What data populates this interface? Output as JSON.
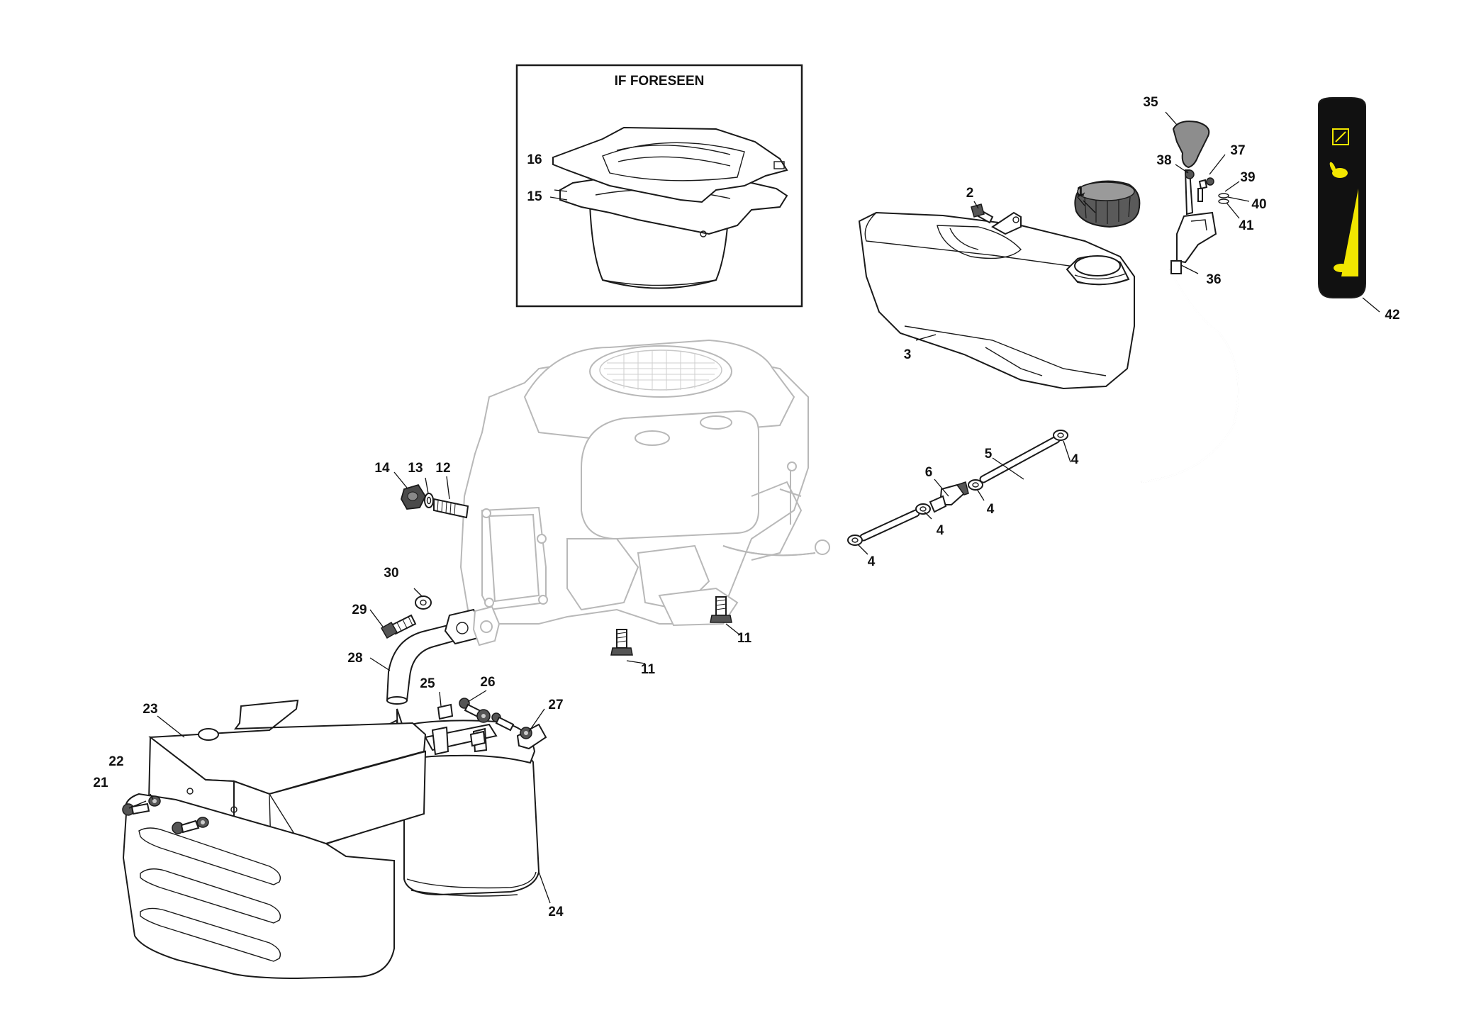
{
  "inset": {
    "title": "IF FORESEEN"
  },
  "colors": {
    "decal_background": "#111111",
    "decal_accent": "#f2e600",
    "line": "#1a1a1a",
    "engine_ghost": "#b8b8b8"
  },
  "callouts": {
    "c1": "1",
    "c2": "2",
    "c3": "3",
    "c4a": "4",
    "c4b": "4",
    "c4c": "4",
    "c4d": "4",
    "c5": "5",
    "c6": "6",
    "c11a": "11",
    "c11b": "11",
    "c12": "12",
    "c13": "13",
    "c14": "14",
    "c15": "15",
    "c16": "16",
    "c21": "21",
    "c22": "22",
    "c23": "23",
    "c24": "24",
    "c25": "25",
    "c26": "26",
    "c27": "27",
    "c28": "28",
    "c29": "29",
    "c30": "30",
    "c35": "35",
    "c36": "36",
    "c37": "37",
    "c38": "38",
    "c39": "39",
    "c40": "40",
    "c41": "41",
    "c42": "42"
  },
  "icons": {
    "decal_top": "choke-icon",
    "decal_middle": "rabbit-fast-icon",
    "decal_bottom": "turtle-slow-icon"
  }
}
